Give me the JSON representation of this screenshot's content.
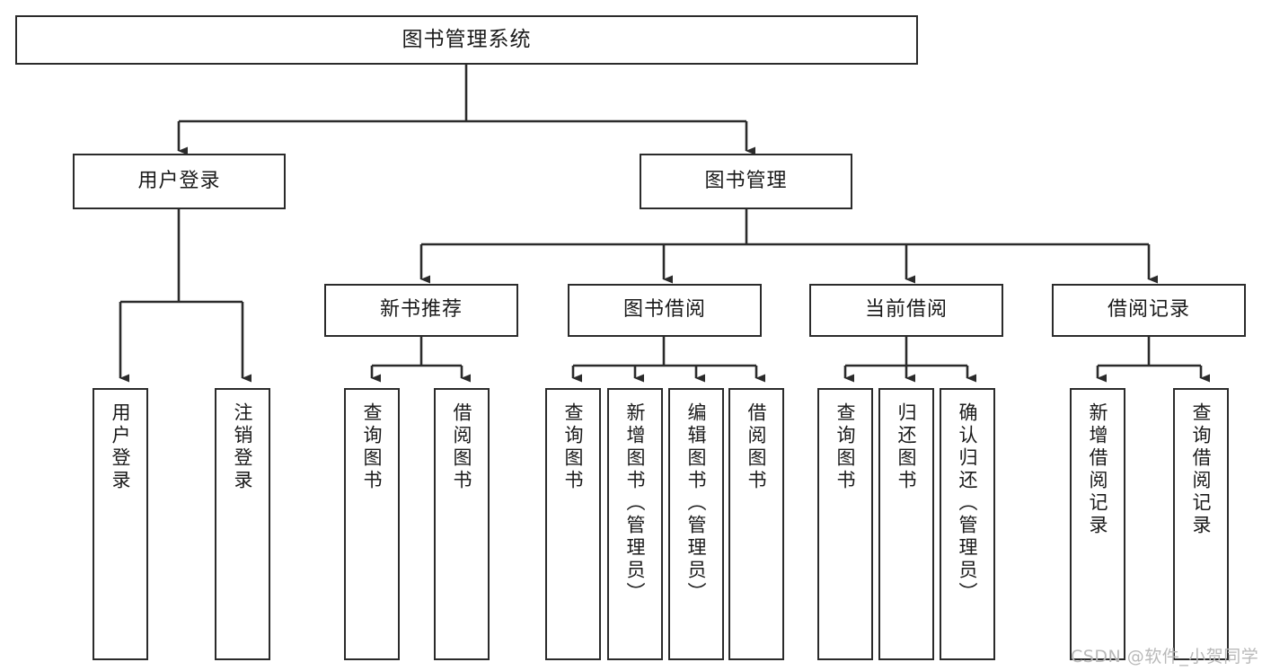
{
  "diagram": {
    "title": "图书管理系统",
    "type": "tree-hierarchy-chart",
    "orientation": "top-down",
    "colors": {
      "box_border": "#2b2b2b",
      "box_fill": "#ffffff",
      "edge": "#2b2b2b",
      "text": "#1a1a1a",
      "watermark": "#b9b9b9"
    },
    "watermark": "CSDN @软件_小贺同学"
  },
  "nodes": {
    "root": {
      "label": "图书管理系统",
      "level": 0
    },
    "level1": [
      {
        "id": "user-login",
        "label": "用户登录"
      },
      {
        "id": "book-manage",
        "label": "图书管理"
      }
    ],
    "level2": [
      {
        "id": "new-book-recommend",
        "label": "新书推荐",
        "parent": "book-manage"
      },
      {
        "id": "book-borrow",
        "label": "图书借阅",
        "parent": "book-manage"
      },
      {
        "id": "current-borrow",
        "label": "当前借阅",
        "parent": "book-manage"
      },
      {
        "id": "borrow-record",
        "label": "借阅记录",
        "parent": "book-manage"
      }
    ],
    "leaves": {
      "user-login": [
        {
          "id": "leaf-user-login",
          "label": "用户登录"
        },
        {
          "id": "leaf-logout-login",
          "label": "注销登录"
        }
      ],
      "new-book-recommend": [
        {
          "id": "leaf-query-book-1",
          "label": "查询图书"
        },
        {
          "id": "leaf-borrow-book-1",
          "label": "借阅图书"
        }
      ],
      "book-borrow": [
        {
          "id": "leaf-query-book-2",
          "label": "查询图书"
        },
        {
          "id": "leaf-add-book",
          "label": "新增图书（管理员）"
        },
        {
          "id": "leaf-edit-book",
          "label": "编辑图书（管理员）"
        },
        {
          "id": "leaf-borrow-book-2",
          "label": "借阅图书"
        }
      ],
      "current-borrow": [
        {
          "id": "leaf-query-book-3",
          "label": "查询图书"
        },
        {
          "id": "leaf-return-book",
          "label": "归还图书"
        },
        {
          "id": "leaf-confirm-return",
          "label": "确认归还（管理员）"
        }
      ],
      "borrow-record": [
        {
          "id": "leaf-add-record",
          "label": "新增借阅记录"
        },
        {
          "id": "leaf-query-record",
          "label": "查询借阅记录"
        }
      ]
    }
  }
}
